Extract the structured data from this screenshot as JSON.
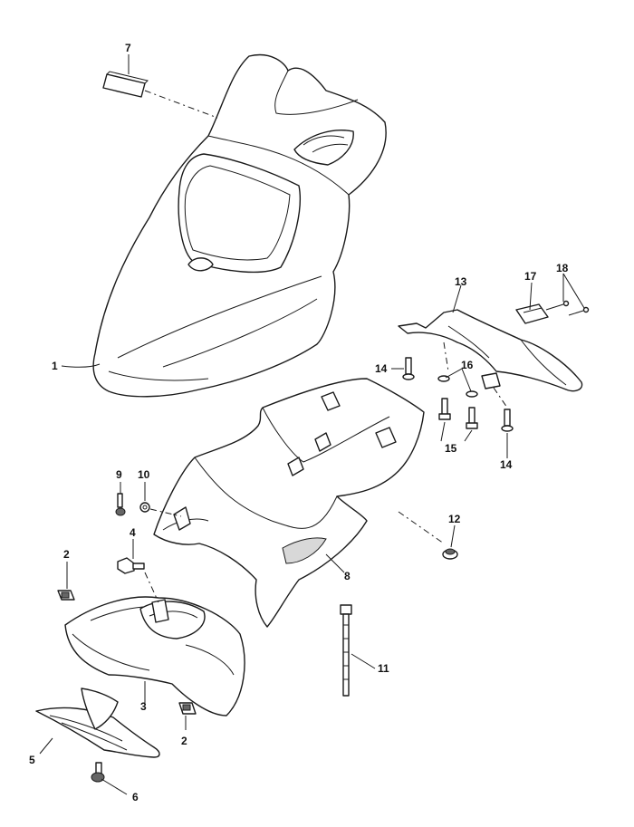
{
  "callouts": [
    {
      "id": "c1",
      "label": "1"
    },
    {
      "id": "c2a",
      "label": "2"
    },
    {
      "id": "c2b",
      "label": "2"
    },
    {
      "id": "c3",
      "label": "3"
    },
    {
      "id": "c4",
      "label": "4"
    },
    {
      "id": "c5",
      "label": "5"
    },
    {
      "id": "c6",
      "label": "6"
    },
    {
      "id": "c7",
      "label": "7"
    },
    {
      "id": "c8",
      "label": "8"
    },
    {
      "id": "c9",
      "label": "9"
    },
    {
      "id": "c10",
      "label": "10"
    },
    {
      "id": "c11",
      "label": "11"
    },
    {
      "id": "c12",
      "label": "12"
    },
    {
      "id": "c13",
      "label": "13"
    },
    {
      "id": "c14a",
      "label": "14"
    },
    {
      "id": "c14b",
      "label": "14"
    },
    {
      "id": "c15",
      "label": "15"
    },
    {
      "id": "c16",
      "label": "16"
    },
    {
      "id": "c17",
      "label": "17"
    },
    {
      "id": "c18",
      "label": "18"
    }
  ]
}
